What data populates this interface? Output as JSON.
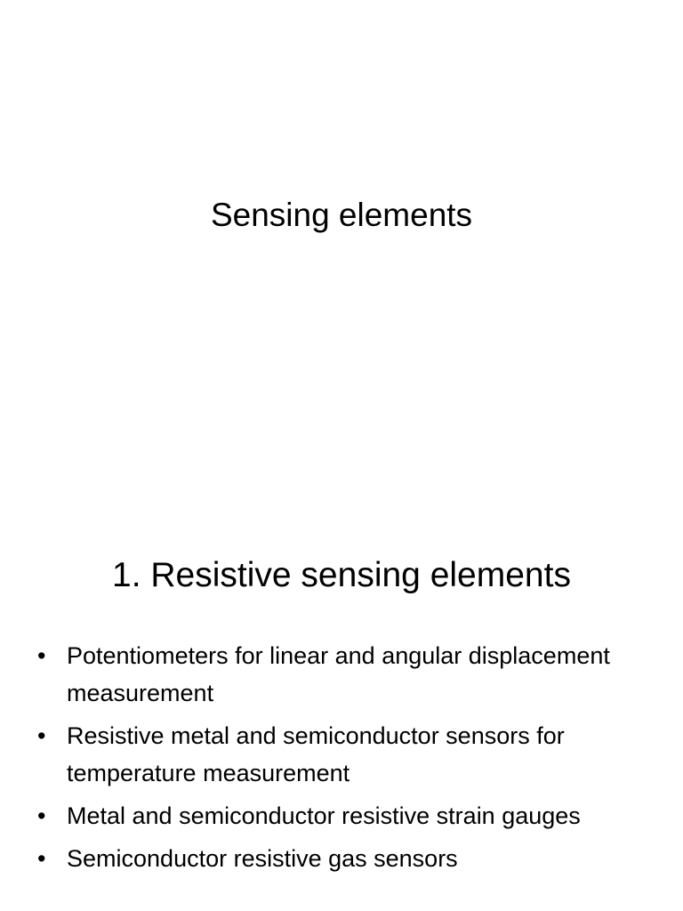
{
  "slide1": {
    "title": "Sensing elements"
  },
  "slide2": {
    "title": "1. Resistive sensing elements",
    "bullet_symbol": "•",
    "bullets": [
      "Potentiometers for linear and angular displacement measurement",
      "Resistive metal and semiconductor sensors for temperature measurement",
      "Metal and semiconductor resistive strain gauges",
      "Semiconductor resistive gas sensors"
    ]
  }
}
